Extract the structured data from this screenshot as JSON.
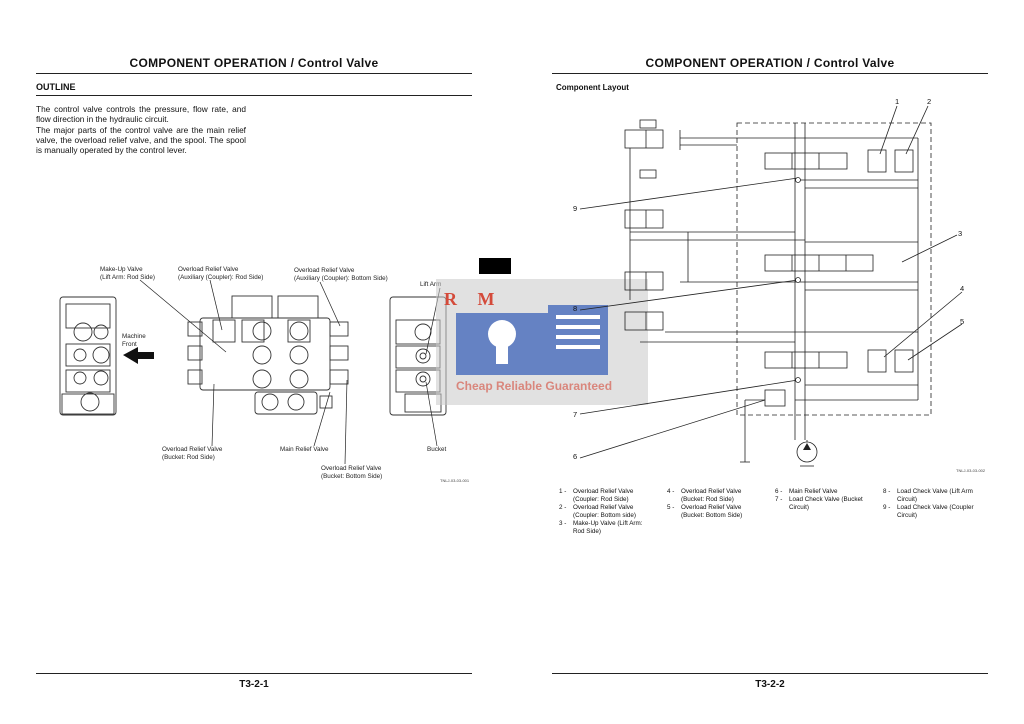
{
  "left_page": {
    "header": "COMPONENT OPERATION / Control Valve",
    "section_title": "OUTLINE",
    "paragraph_1": "The control valve controls the pressure, flow rate, and flow direction in the hydraulic circuit.",
    "paragraph_2": "The major parts of the control valve are the main relief valve, the overload relief valve, and the spool. The spool is manually operated by the control lever.",
    "labels": {
      "makeup_valve": [
        "Make-Up Valve",
        "(Lift Arm: Rod Side)"
      ],
      "orv_aux_rod": [
        "Overload Relief Valve",
        "(Auxiliary (Coupler): Rod Side)"
      ],
      "orv_aux_bottom": [
        "Overload Relief Valve",
        "(Auxiliary (Coupler): Bottom Side)"
      ],
      "lift_arm": "Lift Arm",
      "machine_front": [
        "Machine",
        "Front"
      ],
      "orv_bucket_rod": [
        "Overload Relief Valve",
        "(Bucket: Rod Side)"
      ],
      "main_relief": "Main Relief Valve",
      "orv_bucket_bottom": [
        "Overload Relief Valve",
        "(Bucket: Bottom Side)"
      ],
      "bucket": "Bucket"
    },
    "figure_code": "TNLJ-03-03-001",
    "footer": "T3-2-1"
  },
  "right_page": {
    "header": "COMPONENT OPERATION / Control Valve",
    "section_title": "Component Layout",
    "callouts": [
      "1",
      "2",
      "3",
      "4",
      "5",
      "6",
      "7",
      "8",
      "9"
    ],
    "figure_code": "TNLJ-03-03-002",
    "legend": [
      {
        "num": "1 -",
        "text": [
          "Overload Relief Valve",
          "(Coupler: Rod Side)"
        ]
      },
      {
        "num": "2 -",
        "text": [
          "Overload Relief Valve",
          "(Coupler: Bottom side)"
        ]
      },
      {
        "num": "3 -",
        "text": [
          "Make-Up Valve (Lift Arm:",
          "Rod Side)"
        ]
      },
      {
        "num": "4 -",
        "text": [
          "Overload Relief Valve",
          "(Bucket: Rod Side)"
        ]
      },
      {
        "num": "5 -",
        "text": [
          "Overload Relief Valve",
          "(Bucket: Bottom Side)"
        ]
      },
      {
        "num": "6 -",
        "text": [
          "Main Relief Valve",
          ""
        ]
      },
      {
        "num": "7 -",
        "text": [
          "Load Check Valve (Bucket",
          "Circuit)"
        ]
      },
      {
        "num": "8 -",
        "text": [
          "Load Check Valve (Lift Arm",
          "Circuit)"
        ]
      },
      {
        "num": "9 -",
        "text": [
          "Load Check Valve (Coupler",
          "Circuit)"
        ]
      }
    ],
    "footer": "T3-2-2"
  },
  "watermark": {
    "letters": "R M",
    "tagline": "Cheap Reliable Guaranteed"
  },
  "colors": {
    "ink": "#111111",
    "watermark_blue": "#3b62b8",
    "watermark_red": "#d44a3a"
  }
}
